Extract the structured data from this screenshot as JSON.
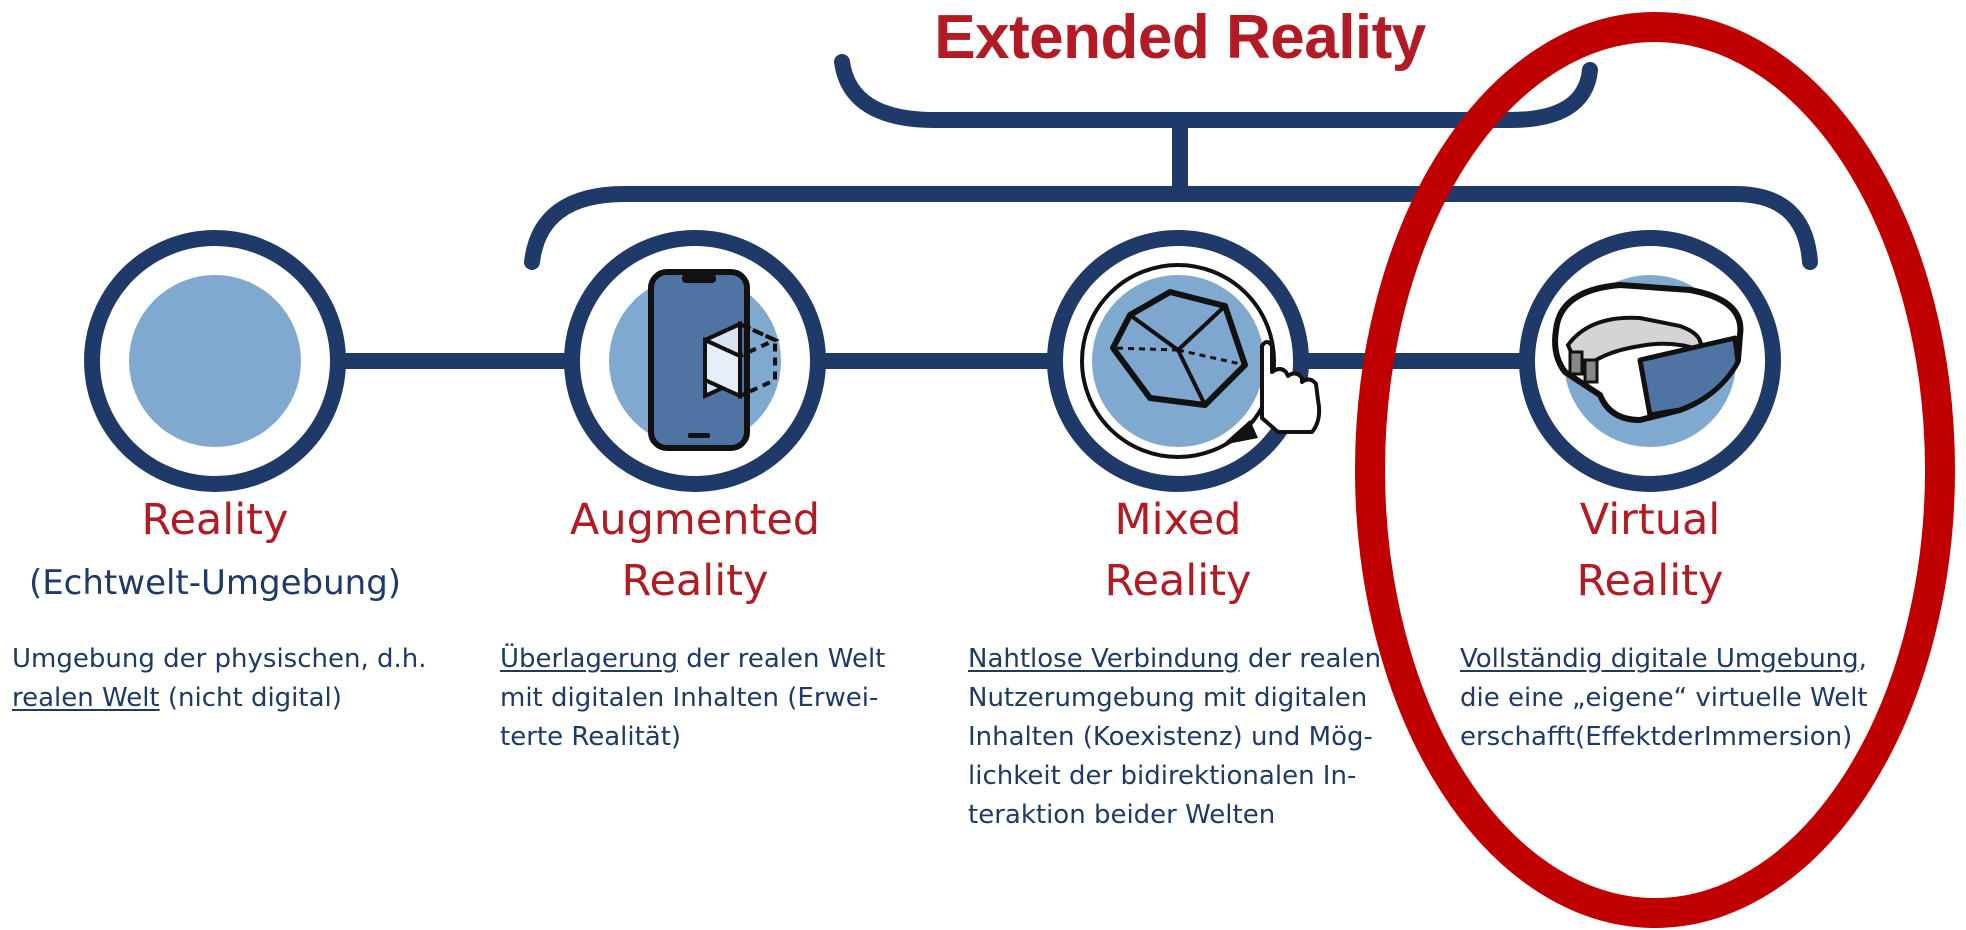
{
  "title": "Extended Reality",
  "nodes": [
    {
      "label_lines": [
        "Reality"
      ],
      "sublabel": "(Echtwelt-Umgebung)",
      "desc": [
        [
          {
            "t": "Umgebung der physischen, d.h."
          }
        ],
        [
          {
            "t": "realen Welt",
            "u": true
          },
          {
            "t": " (nicht digital)"
          }
        ]
      ]
    },
    {
      "label_lines": [
        "Augmented",
        "Reality"
      ],
      "icon": "smartphone-ar-cube-icon",
      "desc": [
        [
          {
            "t": "Überlagerung",
            "u": true
          },
          {
            "t": " der realen Welt"
          }
        ],
        [
          {
            "t": "mit digitalen Inhalten (Erwei-"
          }
        ],
        [
          {
            "t": "terte Realität)"
          }
        ]
      ]
    },
    {
      "label_lines": [
        "Mixed",
        "Reality"
      ],
      "icon": "cube-hand-interaction-icon",
      "desc": [
        [
          {
            "t": "Nahtlose Verbindung",
            "u": true
          },
          {
            "t": " der realen"
          }
        ],
        [
          {
            "t": "Nutzerumgebung  mit  digitalen"
          }
        ],
        [
          {
            "t": "Inhalten (Koexistenz) und Mög-"
          }
        ],
        [
          {
            "t": "lichkeit der bidirektionalen In-"
          }
        ],
        [
          {
            "t": "teraktion beider Welten"
          }
        ]
      ]
    },
    {
      "label_lines": [
        "Virtual",
        "Reality"
      ],
      "icon": "vr-headset-icon",
      "desc": [
        [
          {
            "t": "Vollständig digitale Umgebung",
            "u": true
          },
          {
            "t": ","
          }
        ],
        [
          {
            "t": "die eine „eigene“ virtuelle Welt"
          }
        ],
        [
          {
            "t": "erschafft(EffektderImmersion)"
          }
        ]
      ]
    }
  ],
  "colors": {
    "navy": "#1f3a68",
    "light_blue": "#80a9d0",
    "accent_red": "#b31b24",
    "ellipse_red": "#c00000"
  }
}
